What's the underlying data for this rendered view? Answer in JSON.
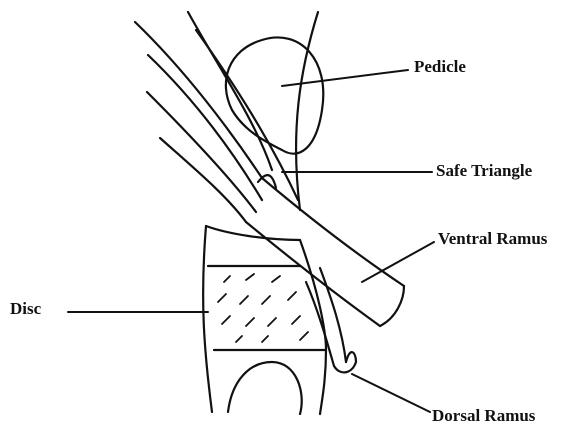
{
  "labels": {
    "pedicle": "Pedicle",
    "safe_triangle": "Safe Triangle",
    "ventral_ramus": "Ventral Ramus",
    "disc": "Disc",
    "dorsal_ramus": "Dorsal Ramus"
  },
  "colors": {
    "ink": "#111111",
    "background": "#ffffff"
  }
}
